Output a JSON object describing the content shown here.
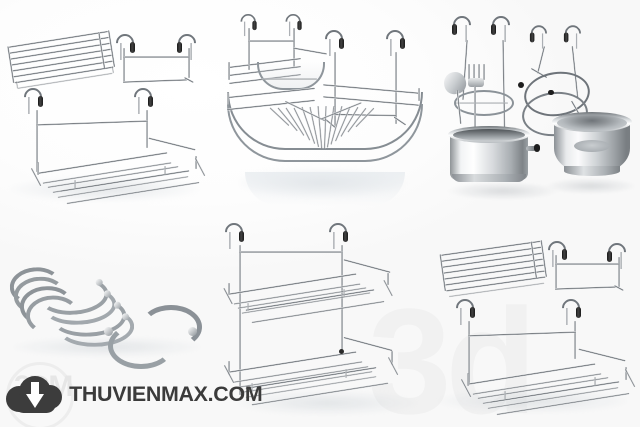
{
  "sheet": {
    "title": "Chrome kitchen and bathroom accessories render sheet",
    "background_color": "#fcfcfc",
    "layout": "3 columns x 2 rows product grid",
    "chrome_color": "#9a9fa4",
    "accent_dark": "#3c3c3c"
  },
  "watermarks": {
    "big_text": "3d",
    "big_text_color": "#f1f1f1",
    "ring_text": "3DM",
    "ring_text_color": "#e6e6e6"
  },
  "logo": {
    "icon": "cloud-download-icon",
    "text": "THUVIENMAX.COM",
    "text_color": "#3b3b3b",
    "cloud_color": "#3c3c3c",
    "arrow_color": "#ffffff"
  },
  "products": [
    {
      "id": "p1",
      "name": "Wall hanging wire shelf basket",
      "position": "top-left",
      "parts": [
        "flat wire tray",
        "back rail with hooks",
        "wire basket with hooks"
      ]
    },
    {
      "id": "p2",
      "name": "Corner shower caddy wire basket",
      "position": "top-center",
      "parts": [
        "small shelf with hooks",
        "fan shaped corner basket",
        "two long hooks"
      ]
    },
    {
      "id": "p3",
      "name": "Utensil holder with pot and bowl",
      "position": "top-right",
      "parts": [
        "utensil pot with ladle and fork",
        "wire ring hanger",
        "steel bowl"
      ]
    },
    {
      "id": "p4",
      "name": "Chrome S-hooks set",
      "position": "bottom-left",
      "parts": [
        "stack of S hooks",
        "single S hook"
      ]
    },
    {
      "id": "p5",
      "name": "Two tier hanging wire rack",
      "position": "bottom-center",
      "parts": [
        "upper wire basket",
        "lower wire basket",
        "hooks"
      ]
    },
    {
      "id": "p6",
      "name": "Wall hanging wire shelf basket variant",
      "position": "bottom-right",
      "parts": [
        "flat wire tray",
        "back rail with hooks",
        "wire basket with hooks"
      ]
    }
  ]
}
